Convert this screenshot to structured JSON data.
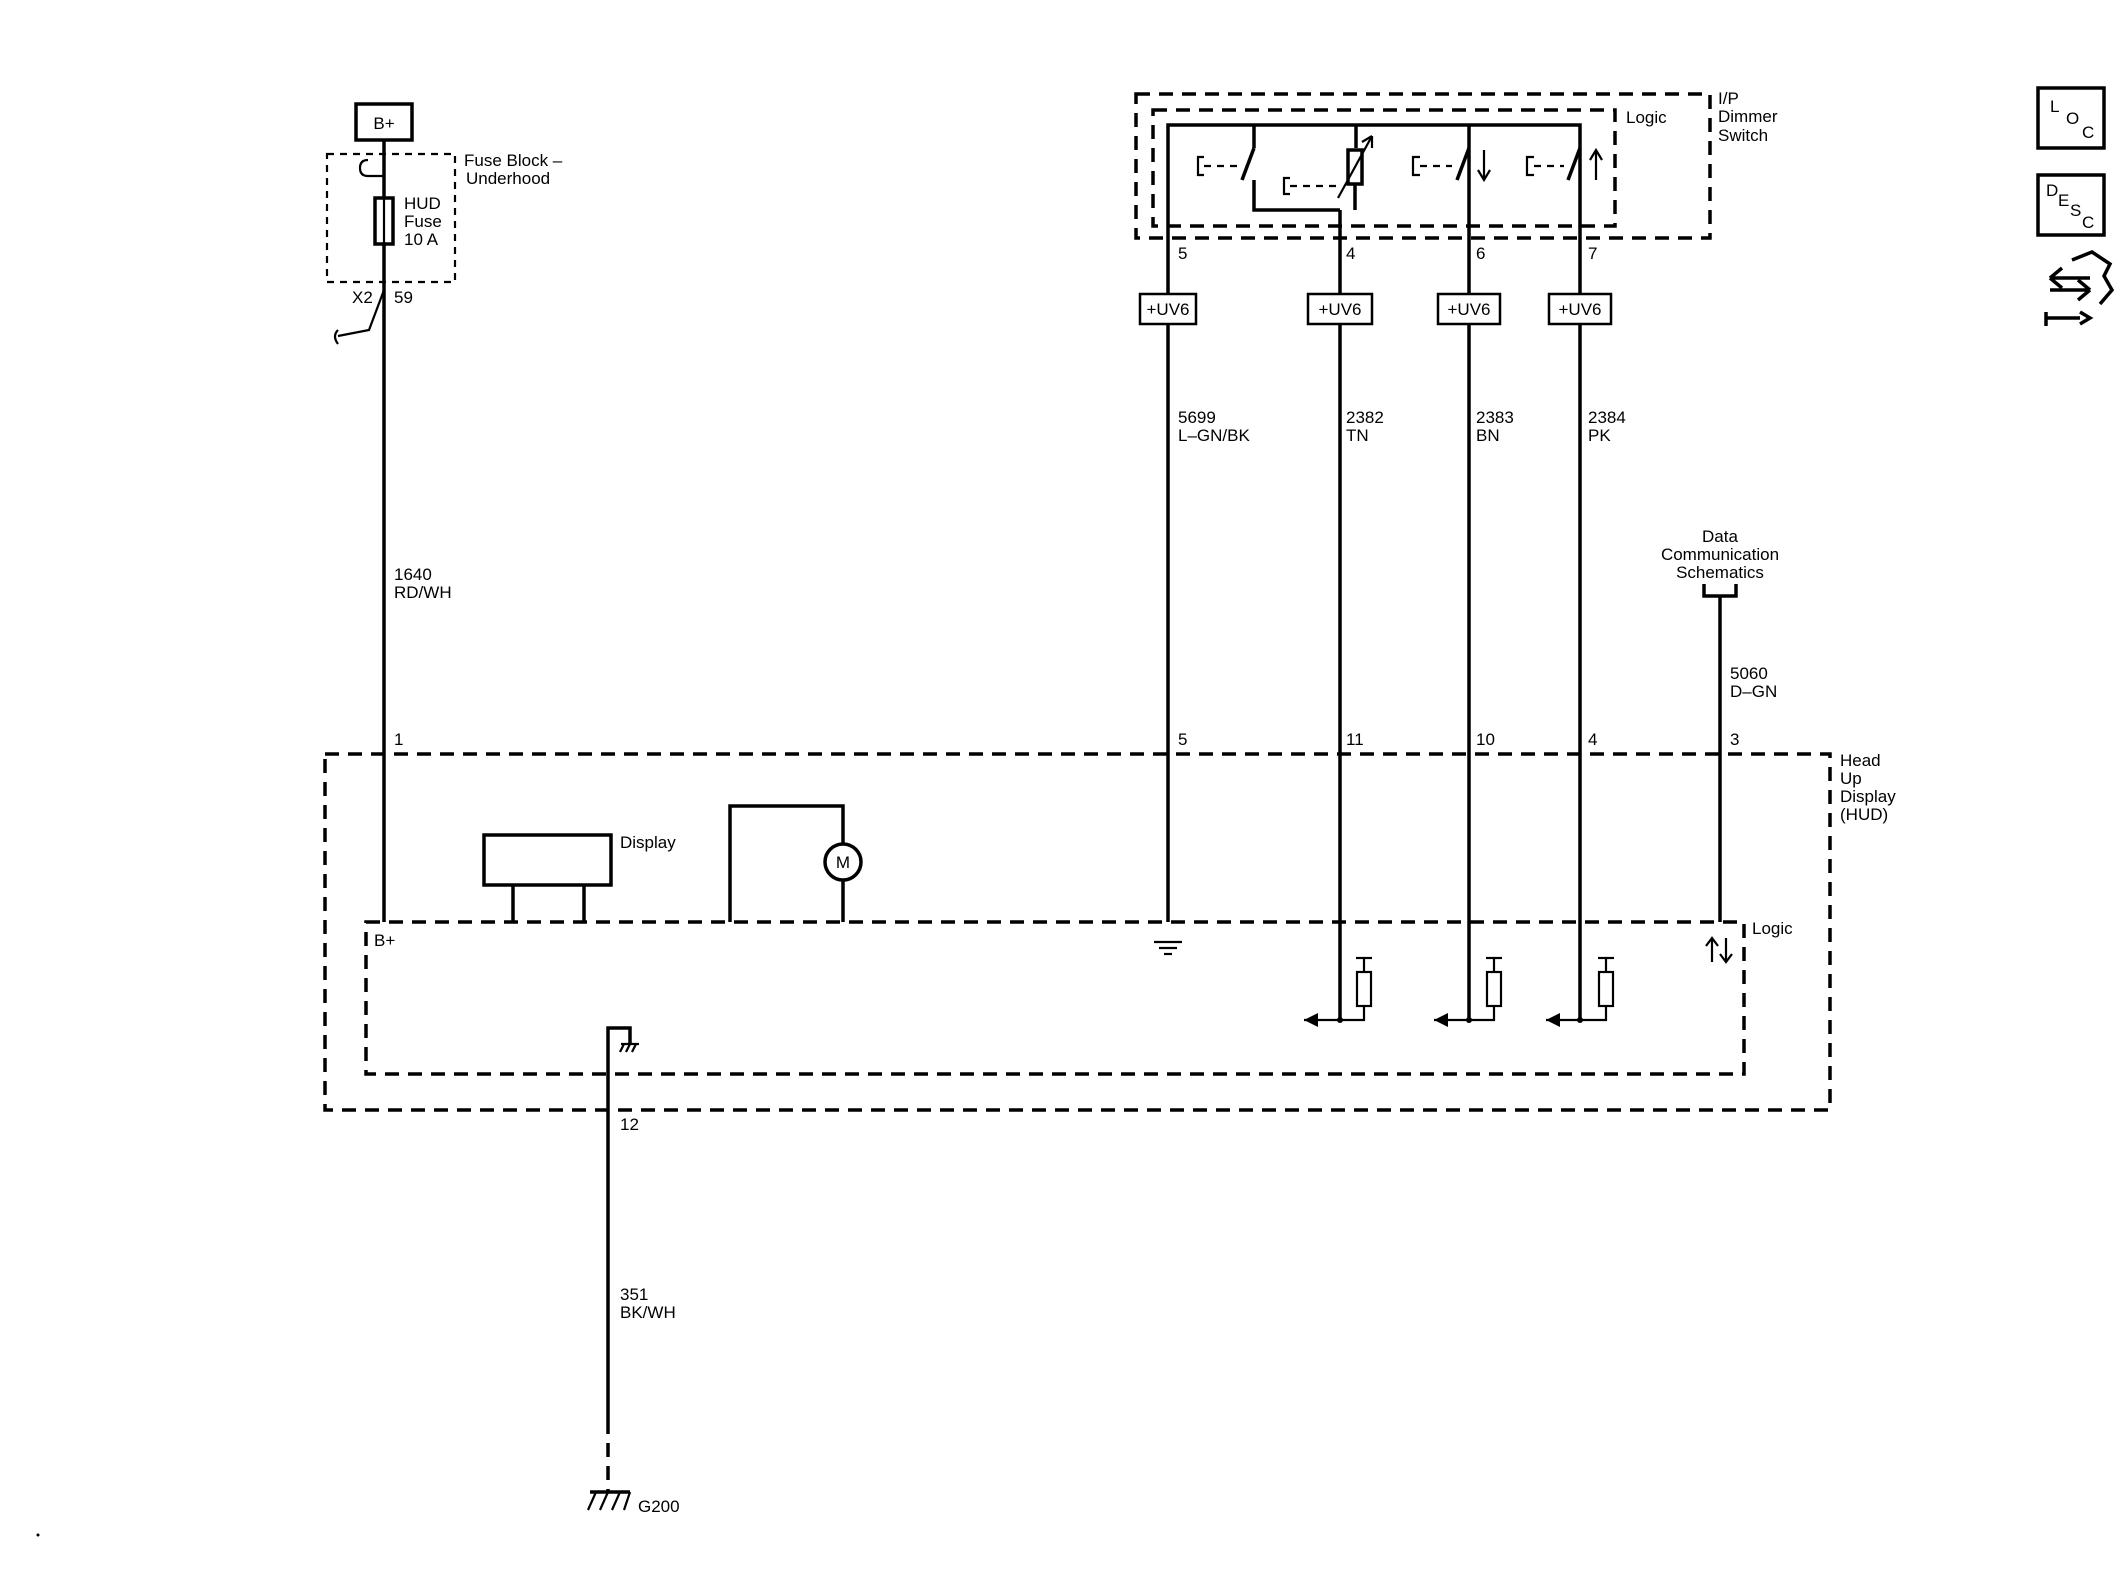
{
  "power": {
    "label": "B+"
  },
  "fuse_block": {
    "name_line1": "Fuse Block –",
    "name_line2": "Underhood",
    "fuse_line1": "HUD",
    "fuse_line2": "Fuse",
    "fuse_line3": "10 A",
    "connector": "X2",
    "pin": "59"
  },
  "dimmer_switch": {
    "name_line1": "I/P",
    "name_line2": "Dimmer",
    "name_line3": "Switch",
    "logic": "Logic"
  },
  "circuits": [
    {
      "pin_top": "5",
      "inline": "+UV6",
      "number": "5699",
      "color": "L–GN/BK",
      "pin_bottom": "5"
    },
    {
      "pin_top": "4",
      "inline": "+UV6",
      "number": "2382",
      "color": "TN",
      "pin_bottom": "11"
    },
    {
      "pin_top": "6",
      "inline": "+UV6",
      "number": "2383",
      "color": "BN",
      "pin_bottom": "10"
    },
    {
      "pin_top": "7",
      "inline": "+UV6",
      "number": "2384",
      "color": "PK",
      "pin_bottom": "4"
    }
  ],
  "power_wire": {
    "number": "1640",
    "color": "RD/WH",
    "pin": "1"
  },
  "data_comm": {
    "line1": "Data",
    "line2": "Communication",
    "line3": "Schematics",
    "number": "5060",
    "color": "D–GN",
    "pin": "3"
  },
  "hud": {
    "name_line1": "Head",
    "name_line2": "Up",
    "name_line3": "Display",
    "name_line4": "(HUD)",
    "display_label": "Display",
    "motor_label": "M",
    "logic": "Logic",
    "bplus": "B+"
  },
  "ground": {
    "pin": "12",
    "number": "351",
    "color": "BK/WH",
    "ground_label": "G200"
  },
  "nav_icons": {
    "loc": [
      "L",
      "O",
      "C"
    ],
    "desc": [
      "D",
      "E",
      "S",
      "C"
    ]
  },
  "icon_names": [
    "location-icon",
    "description-icon",
    "connector-tool-icon"
  ]
}
